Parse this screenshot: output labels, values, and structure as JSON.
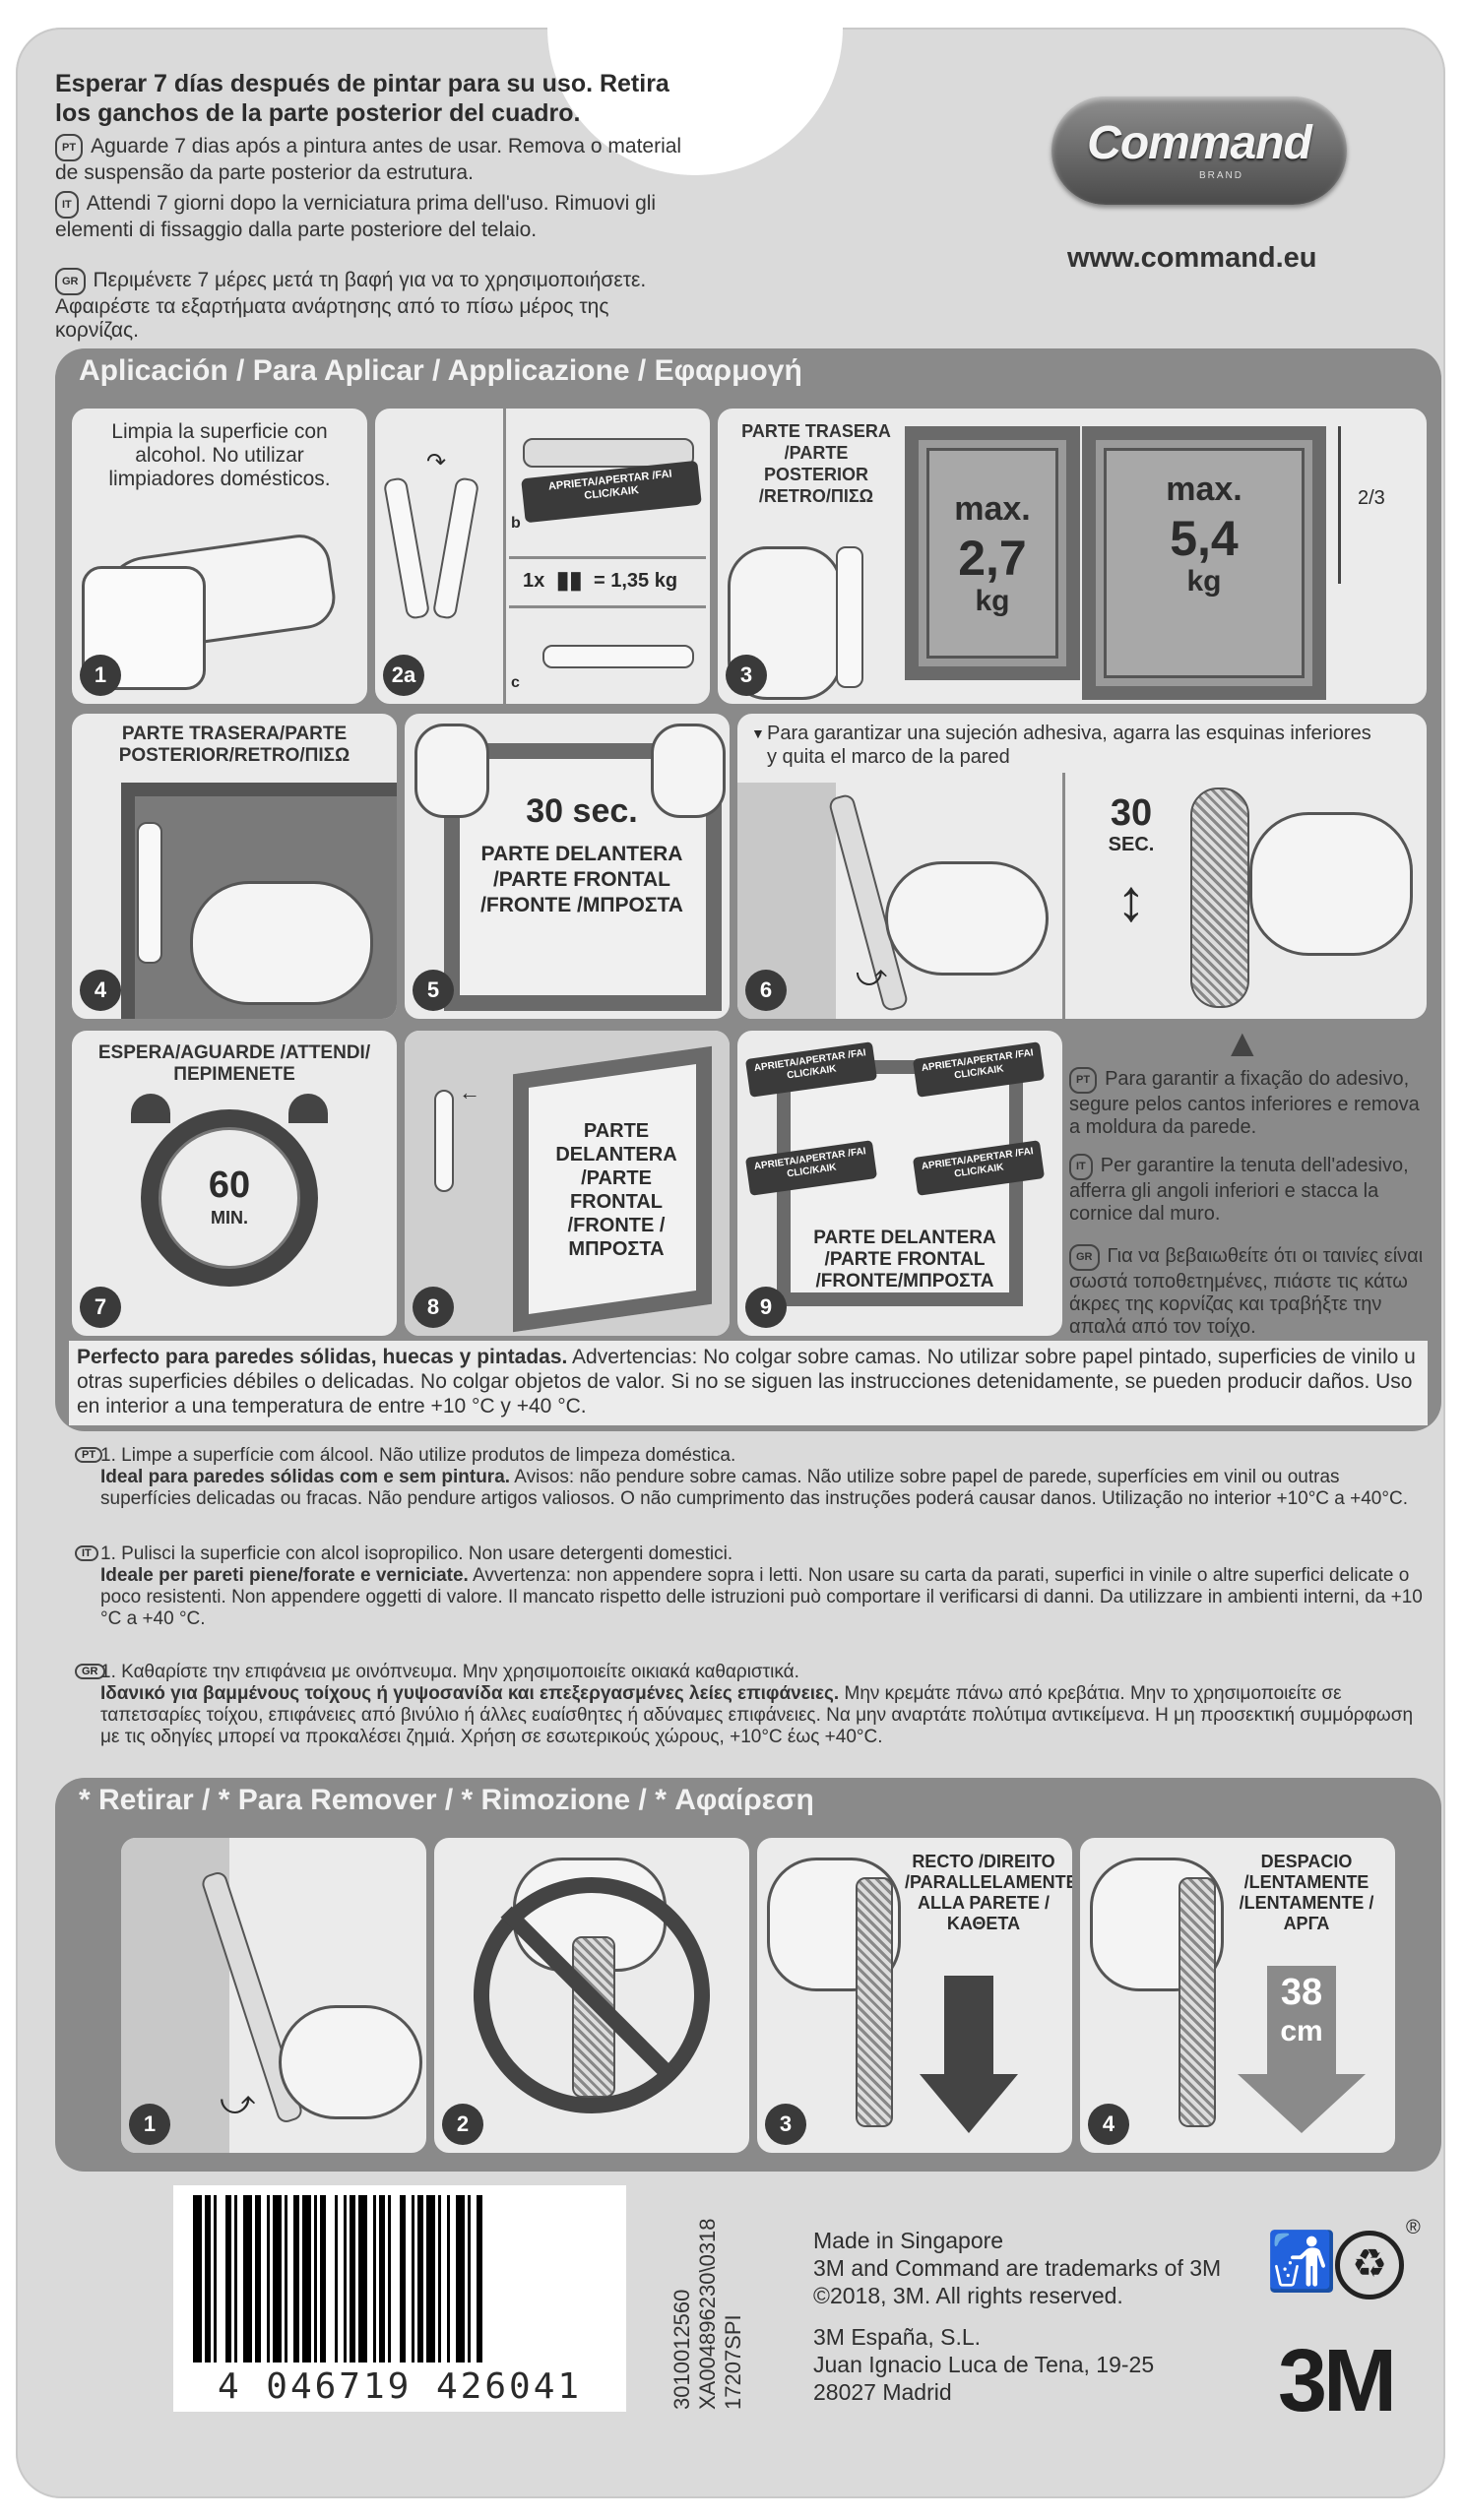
{
  "header": {
    "warning_es": "Esperar 7 días después de pintar para su uso. Retira los ganchos de la parte posterior del cuadro.",
    "langs": [
      {
        "code": "PT",
        "text": "Aguarde 7 dias após a pintura antes de usar. Remova o material de suspensão da parte posterior da estrutura."
      },
      {
        "code": "IT",
        "text": "Attendi 7 giorni dopo la verniciatura prima dell'uso. Rimuovi gli elementi di fissaggio dalla parte posteriore del telaio."
      },
      {
        "code": "GR",
        "text": "Περιμένετε 7 μέρες μετά τη βαφή για να το χρησιμοποιήσετε. Αφαιρέστε τα εξαρτήματα ανάρτησης από το πίσω μέρος της κορνίζας."
      }
    ],
    "logo_text": "Command",
    "logo_sub": "BRAND",
    "url": "www.command.eu"
  },
  "apply": {
    "title": "Aplicación / Para Aplicar / Applicazione / Εφαρμογή",
    "p1_text": "Limpia la superficie con alcohol. No utilizar limpiadores domésticos.",
    "p1_num": "1",
    "p2_num": "2a",
    "p2_click": "APRIETA/APERTAR /FAI CLIC/KAIK",
    "p2_b": "b",
    "p2_c": "c",
    "p2_weight": "1x",
    "p2_weight_val": "= 1,35 kg",
    "p3_label": "PARTE TRASERA /PARTE POSTERIOR /RETRO/ΠΙΣΩ",
    "p3_num": "3",
    "max1_a": "max.",
    "max1_b": "2,7",
    "max1_c": "kg",
    "max2_a": "max.",
    "max2_b": "5,4",
    "max2_c": "kg",
    "fraction": "2/3",
    "p4_label": "PARTE TRASERA/PARTE POSTERIOR/RETRO/ΠΙΣΩ",
    "p4_num": "4",
    "p5_sec": "30 sec.",
    "p5_label": "PARTE DELANTERA /PARTE FRONTAL /FRONTE /ΜΠΡΟΣΤΑ",
    "p5_num": "5",
    "p6_text": "Para garantizar una sujeción adhesiva, agarra las esquinas inferiores y quita el marco de la pared",
    "p6_num": "6",
    "p6_sec_a": "30",
    "p6_sec_b": "SEC.",
    "p7_label": "ESPERA/AGUARDE /ATTENDI/ΠΕΡΙΜΕΝΕΤΕ",
    "p7_min_a": "60",
    "p7_min_b": "MIN.",
    "p7_num": "7",
    "p8_label": "PARTE DELANTERA /PARTE FRONTAL /FRONTE /ΜΠΡΟΣΤΑ",
    "p8_num": "8",
    "p9_click": "APRIETA/APERTAR /FAI CLIC/KAIK",
    "p9_label": "PARTE DELANTERA /PARTE FRONTAL /FRONTE/ΜΠΡΟΣΤΑ",
    "p9_num": "9",
    "side": [
      {
        "code": "PT",
        "text": "Para garantir a fixação do adesivo, segure pelos cantos inferiores e remova a moldura da parede."
      },
      {
        "code": "IT",
        "text": "Per garantire la tenuta dell'adesivo, afferra gli angoli inferiori e stacca la cornice dal muro."
      },
      {
        "code": "GR",
        "text": "Για να βεβαιωθείτε ότι οι ταινίες είναι σωστά τοποθετημένες, πιάστε τις κάτω άκρες της κορνίζας και τραβήξτε την απαλά από τον τοίχο."
      }
    ],
    "perfect_bold": "Perfecto para paredes sólidas, huecas y pintadas.",
    "perfect_rest": " Advertencias: No colgar sobre camas. No utilizar sobre papel pintado, superficies de vinilo u otras superficies débiles o delicadas. No colgar objetos de valor. Si no se siguen las instrucciones detenidamente, se pueden producir daños. Uso en interior a una temperatura de entre +10 °C y +40 °C."
  },
  "translations": [
    {
      "code": "PT",
      "line1": "1. Limpe a superfície com álcool. Não utilize produtos de limpeza doméstica.",
      "bold": "Ideal para paredes sólidas com e sem pintura.",
      "rest": " Avisos: não pendure sobre camas. Não utilize sobre papel de parede, superfícies em vinil ou outras superfícies delicadas ou fracas. Não pendure artigos valiosos. O não cumprimento das instruções poderá causar danos. Utilização no interior +10°C a +40°C."
    },
    {
      "code": "IT",
      "line1": "1. Pulisci la superficie con alcol isopropilico. Non usare detergenti domestici.",
      "bold": "Ideale per pareti piene/forate e verniciate.",
      "rest": " Avvertenza: non appendere sopra i letti. Non usare su carta da parati, superfici in vinile o altre superfici delicate o poco resistenti. Non appendere oggetti di valore. Il mancato rispetto delle istruzioni può comportare il verificarsi di danni. Da utilizzare in ambienti interni, da +10 °C a +40 °C."
    },
    {
      "code": "GR",
      "line1": "1. Καθαρίστε την επιφάνεια με οινόπνευμα. Μην χρησιμοποιείτε οικιακά καθαριστικά.",
      "bold": "Ιδανικό για βαμμένους τοίχους ή γυψοσανίδα και επεξεργασμένες λείες επιφάνειες.",
      "rest": " Μην κρεμάτε πάνω από κρεβάτια. Μην το χρησιμοποιείτε σε ταπετσαρίες τοίχου, επιφάνειες από βινύλιο ή άλλες ευαίσθητες ή αδύναμες επιφάνειες. Να μην αναρτάτε πολύτιμα αντικείμενα. Η μη προσεκτική συμμόρφωση με τις οδηγίες μπορεί να προκαλέσει ζημιά. Χρήση σε εσωτερικούς χώρους, +10°C έως +40°C."
    }
  ],
  "remove": {
    "title": "* Retirar / * Para Remover / * Rimozione / * Αφαίρεση",
    "r1_num": "1",
    "r2_num": "2",
    "r3_label": "RECTO /DIREITO /PARALLELAMENTE ALLA PARETE /ΚΑΘΕΤΑ",
    "r3_num": "3",
    "r4_label": "DESPACIO /LENTAMENTE /LENTAMENTE /ΑΡΓΑ",
    "r4_dist_a": "38",
    "r4_dist_b": "cm",
    "r4_num": "4"
  },
  "footer": {
    "barcode_digits": "4  046719  426041",
    "vertical_codes": [
      "3010012560",
      "XA004896230\\0318",
      "17207SPI"
    ],
    "lines": [
      "Made in Singapore",
      "3M and Command are trademarks of 3M",
      "©2018, 3M. All rights reserved.",
      "",
      "3M España, S.L.",
      "Juan Ignacio Luca de Tena, 19-25",
      "28027 Madrid"
    ],
    "brand": "3M",
    "registered": "®"
  }
}
